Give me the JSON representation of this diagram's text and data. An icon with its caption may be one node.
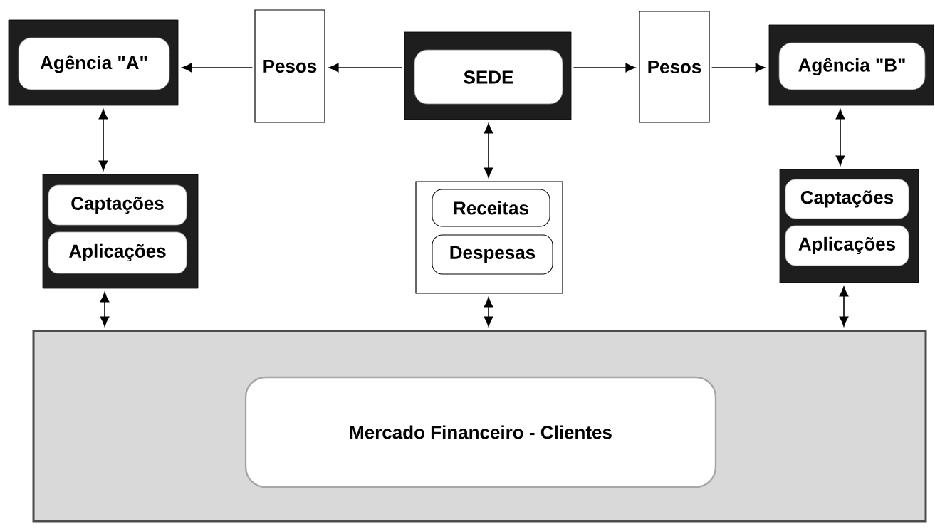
{
  "diagram": {
    "nodes": [
      {
        "text": [
          "Agência \"A\""
        ]
      },
      {
        "text": [
          "Pesos"
        ]
      },
      {
        "text": [
          "SEDE"
        ]
      },
      {
        "text": [
          "Pesos"
        ]
      },
      {
        "text": [
          "Agência \"B\""
        ]
      },
      {
        "text": [],
        "shape": "box"
      },
      {
        "text": [
          "Captações"
        ],
        "in": 5
      },
      {
        "text": [
          "Aplicações"
        ],
        "in": 5
      },
      {
        "text": [],
        "shape": "box"
      },
      {
        "text": [
          "Receitas"
        ],
        "in": 8
      },
      {
        "text": [
          "Despesas"
        ],
        "in": 8
      },
      {
        "text": [],
        "shape": "box"
      },
      {
        "text": [
          "Captações"
        ],
        "in": 11
      },
      {
        "text": [
          "Aplicações"
        ],
        "in": 11
      },
      {
        "text": [
          "Mercado Financeiro - Clientes"
        ]
      }
    ],
    "edges": [
      {
        "from": 2,
        "to": 1,
        "arrow": "to"
      },
      {
        "from": 1,
        "to": 0,
        "arrow": "to"
      },
      {
        "from": 2,
        "to": 3,
        "arrow": "to"
      },
      {
        "from": 3,
        "to": 4,
        "arrow": "to"
      },
      {
        "from": 0,
        "to": 5,
        "arrow": "both"
      },
      {
        "from": 2,
        "to": 8,
        "arrow": "both"
      },
      {
        "from": 4,
        "to": 11,
        "arrow": "both"
      },
      {
        "from": 5,
        "to": 14,
        "arrow": "both"
      },
      {
        "from": 8,
        "to": 14,
        "arrow": "both"
      },
      {
        "from": 11,
        "to": 14,
        "arrow": "both"
      }
    ]
  }
}
